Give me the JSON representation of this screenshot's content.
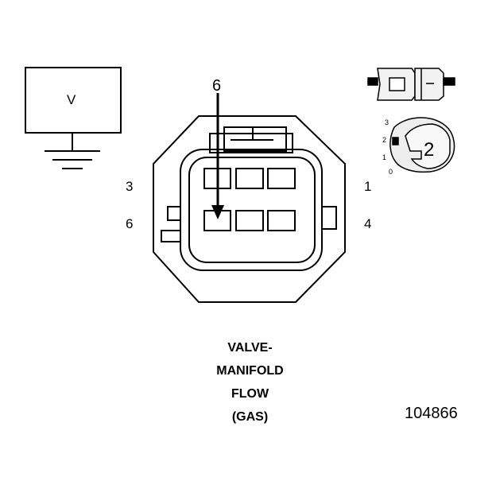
{
  "meter": {
    "label": "V"
  },
  "connector": {
    "probe_pin": "6",
    "pin_labels": {
      "top_left": "3",
      "bottom_left": "6",
      "top_right": "1",
      "bottom_right": "4"
    }
  },
  "adapter": {
    "scale": [
      "3",
      "2",
      "1",
      "0"
    ],
    "position": "2"
  },
  "caption": [
    "VALVE-",
    "MANIFOLD",
    "FLOW",
    "(GAS)"
  ],
  "figure_number": "104866"
}
